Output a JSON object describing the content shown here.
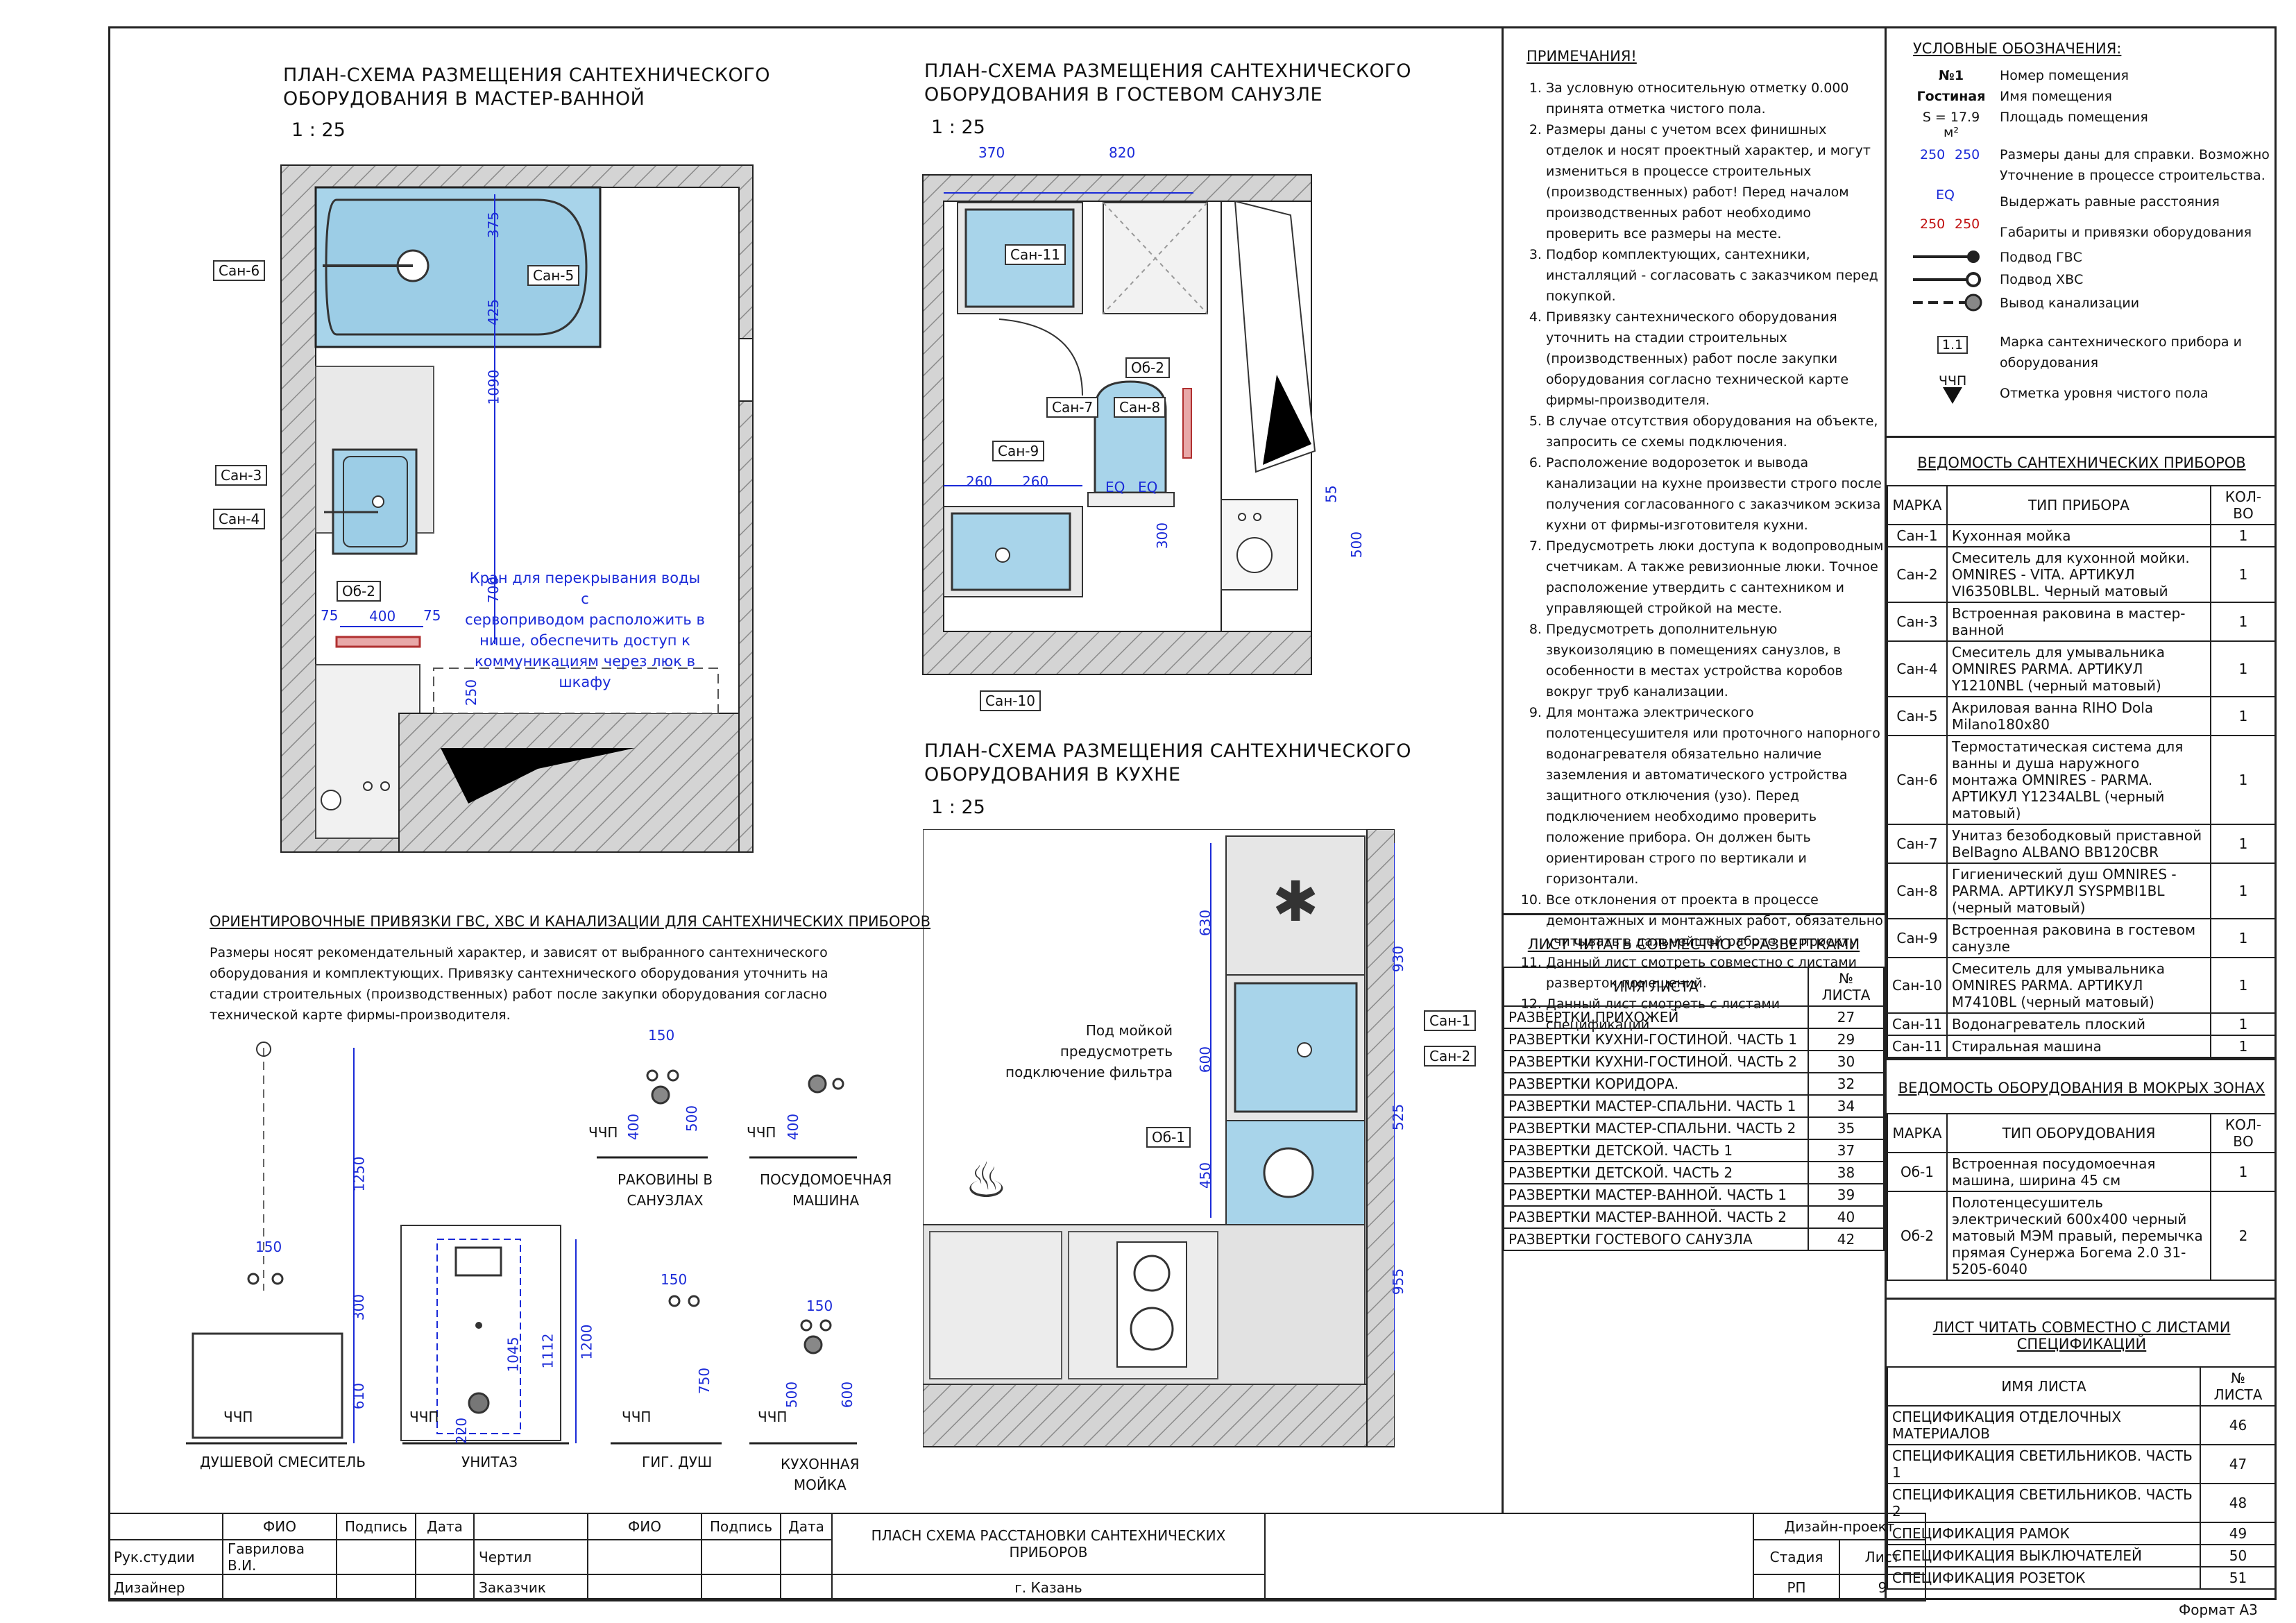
{
  "plans": {
    "master": {
      "title_line1": "ПЛАН-СХЕМА РАЗМЕЩЕНИЯ САНТЕХНИЧЕСКОГО",
      "title_line2": "ОБОРУДОВАНИЯ В МАСТЕР-ВАННОЙ",
      "scale": "1 : 25"
    },
    "guest": {
      "title_line1": "ПЛАН-СХЕМА РАЗМЕЩЕНИЯ САНТЕХНИЧЕСКОГО",
      "title_line2": "ОБОРУДОВАНИЯ В ГОСТЕВОМ САНУЗЛЕ",
      "scale": "1 : 25"
    },
    "kitchen": {
      "title_line1": "ПЛАН-СХЕМА РАЗМЕЩЕНИЯ САНТЕХНИЧЕСКОГО",
      "title_line2": "ОБОРУДОВАНИЯ В КУХНЕ",
      "scale": "1 : 25"
    }
  },
  "master_labels": {
    "san6": "Сан-6",
    "san5": "Сан-5",
    "san3": "Сан-3",
    "san4": "Сан-4",
    "ob2": "Об-2"
  },
  "master_dims": {
    "d375": "375",
    "d425": "425",
    "d1090": "1090",
    "d700": "700",
    "d75a": "75",
    "d400": "400",
    "d75b": "75",
    "d250": "250"
  },
  "master_note": {
    "l1": "Кран для перекрывания воды с",
    "l2": "сервоприводом расположить в",
    "l3": "нише, обеспечить доступ к",
    "l4": "коммуникациям через люк в шкафу"
  },
  "guest_labels": {
    "san11": "Сан-11",
    "ob2": "Об-2",
    "san7": "Сан-7",
    "san8": "Сан-8",
    "san9": "Сан-9",
    "san10": "Сан-10",
    "eq1": "EQ",
    "eq2": "EQ"
  },
  "guest_dims": {
    "d370": "370",
    "d820": "820",
    "d260a": "260",
    "d260b": "260",
    "d300": "300",
    "d55": "55",
    "d500": "500"
  },
  "kitchen_labels": {
    "san1": "Сан-1",
    "san2": "Сан-2",
    "ob1": "Об-1",
    "filter1": "Под мойкой предусмотреть",
    "filter2": "подключение фильтра"
  },
  "kitchen_dims": {
    "d630": "630",
    "d600": "600",
    "d450": "450",
    "d930": "930",
    "d525": "525",
    "d955": "955"
  },
  "connections": {
    "title": "ОРИЕНТИРОВОЧНЫЕ ПРИВЯЗКИ ГВС, ХВС И КАНАЛИЗАЦИИ ДЛЯ САНТЕХНИЧЕСКИХ ПРИБОРОВ",
    "text1": "Размеры носят рекомендательный характер, и зависят от выбранного сантехнического",
    "text2": "оборудования и комплектующих. Привязку сантехнического оборудования уточнить на",
    "text3": "стадии строительных (производственных) работ после закупки оборудования согласно",
    "text4": "технической карте фирмы-производителя.",
    "chp": "ЧЧП",
    "shower": "ДУШЕВОЙ СМЕСИТЕЛЬ",
    "toilet": "УНИТАЗ",
    "hyg": "ГИГ. ДУШ",
    "sink1": "КУХОННАЯ",
    "sink2": "МОЙКА",
    "basin1": "РАКОВИНЫ В",
    "basin2": "САНУЗЛАХ",
    "dish1": "ПОСУДОМОЕЧНАЯ",
    "dish2": "МАШИНА",
    "d1250": "1250",
    "d300": "300",
    "d610": "610",
    "d150a": "150",
    "d1045": "1045",
    "d1112": "1112",
    "d1200": "1200",
    "d220": "220",
    "d150b": "150",
    "d750": "750",
    "d150c": "150",
    "d500a": "500",
    "d600": "600",
    "d150d": "150",
    "d400a": "400",
    "d500b": "500",
    "d400b": "400"
  },
  "notes": {
    "title": "ПРИМЕЧАНИЯ!",
    "items": [
      "За условную относительную отметку 0.000 принята отметка чистого пола.",
      "Размеры даны с учетом всех финишных отделок и носят проектный характер, и могут измениться в процессе строительных (производственных) работ! Перед началом производственных работ необходимо проверить все размеры на месте.",
      "Подбор комплектующих, сантехники, инсталляций - согласовать с заказчиком перед покупкой.",
      "Привязку сантехнического оборудования уточнить на стадии строительных (производственных) работ после закупки оборудования согласно технической карте фирмы-производителя.",
      "В случае отсутствия оборудования на объекте, запросить се схемы подключения.",
      "Расположение водорозеток и вывода канализации на кухне произвести строго после получения согласованного с заказчиком эскиза кухни от фирмы-изготовителя кухни.",
      "Предусмотреть люки доступа к водопроводным счетчикам. А также ревизионные люки. Точное расположение утвердить с сантехником и управляющей стройкой на месте.",
      "Предусмотреть дополнительную звукоизоляцию в помещениях санузлов, в особенности в местах устройства коробов вокруг труб канализации.",
      "Для монтажа электрического полотенцесушителя или проточного напорного водонагревателя обязательно наличие заземления и автоматического устройства защитного отключения (узо). Перед подключением необходимо проверить положение прибора. Он должен быть ориентирован строго по вертикали и горизонтали.",
      "Все отклонения от проекта в процессе демонтажных и монтажных работ, обязательно учитывать в дальнейшей работе по проекту",
      "Данный лист смотреть совместно с листами разверток помещений.",
      "Данный лист смотреть с листами спецификаций"
    ]
  },
  "legend": {
    "title": "УСЛОВНЫЕ ОБОЗНАЧЕНИЯ:",
    "room_no": "№1",
    "room_name": "Гостиная",
    "room_area": "S = 17.9 м²",
    "room_no_desc": "Номер помещения",
    "room_name_desc": "Имя помещения",
    "room_area_desc": "Площадь помещения",
    "dim_a": "250",
    "dim_b": "250",
    "dim_desc1": "Размеры даны для справки. Возможно",
    "dim_desc2": "Уточнение в процессе строительства.",
    "eq": "EQ",
    "eq_desc": "Выдержать равные расстояния",
    "red_a": "250",
    "red_b": "250",
    "red_desc": "Габариты и привязки оборудования",
    "hot": "Подвод ГВС",
    "cold": "Подвод ХВС",
    "sewer": "Вывод канализации",
    "mark": "1.1",
    "mark_desc1": "Марка сантехнического прибора и",
    "mark_desc2": "оборудования",
    "chp": "ЧЧП",
    "chp_desc": "Отметка уровня чистого пола"
  },
  "devices": {
    "title": "ВЕДОМОСТЬ САНТЕХНИЧЕСКИХ ПРИБОРОВ",
    "headers": [
      "МАРКА",
      "ТИП ПРИБОРА",
      "КОЛ-ВО"
    ],
    "rows": [
      [
        "Сан-1",
        "Кухонная мойка",
        "1"
      ],
      [
        "Сан-2",
        "Смеситель для кухонной мойки. OMNIRES - VITA. АРТИКУЛ VI6350BLBL. Черный матовый",
        "1"
      ],
      [
        "Сан-3",
        "Встроенная раковина в мастер-ванной",
        "1"
      ],
      [
        "Сан-4",
        "Смеситель для умывальника OMNIRES PARMA. АРТИКУЛ Y1210NBL (черный матовый)",
        "1"
      ],
      [
        "Сан-5",
        "Акриловая ванна RIHO Dola Milano180x80",
        "1"
      ],
      [
        "Сан-6",
        "Термостатическая система для ванны и душа наружного монтажа OMNIRES - PARMA. АРТИКУЛ Y1234ALBL (черный матовый)",
        "1"
      ],
      [
        "Сан-7",
        "Унитаз безободковый приставной BelBagno ALBANO BB120CBR",
        "1"
      ],
      [
        "Сан-8",
        "Гигиенический душ OMNIRES - PARMA. АРТИКУЛ SYSPMBI1BL (черный матовый)",
        "1"
      ],
      [
        "Сан-9",
        "Встроенная раковина в гостевом санузле",
        "1"
      ],
      [
        "Сан-10",
        "Смеситель для умывальника OMNIRES PARMA. АРТИКУЛ M7410BL (черный матовый)",
        "1"
      ],
      [
        "Сан-11",
        "Водонагреватель плоский",
        "1"
      ],
      [
        "Сан-11",
        "Стиральная машина",
        "1"
      ]
    ]
  },
  "equipment": {
    "title": "ВЕДОМОСТЬ ОБОРУДОВАНИЯ В МОКРЫХ ЗОНАХ",
    "headers": [
      "МАРКА",
      "ТИП ОБОРУДОВАНИЯ",
      "КОЛ-ВО"
    ],
    "rows": [
      [
        "Об-1",
        "Встроенная посудомоечная машина, ширина 45 см",
        "1"
      ],
      [
        "Об-2",
        "Полотенцесушитель электрический 600x400 черный матовый МЭМ правый, перемычка прямая Сунержа Богема 2.0 31-5205-6040",
        "2"
      ]
    ]
  },
  "unfold": {
    "title": "ЛИСТ ЧИТАТЬ СОВМЕСТНО С РАЗВЕРТКАМИ",
    "headers": [
      "ИМЯ ЛИСТА",
      "№ ЛИСТА"
    ],
    "rows": [
      [
        "РАЗВЕРТКИ ПРИХОЖЕЙ",
        "27"
      ],
      [
        "РАЗВЕРТКИ КУХНИ-ГОСТИНОЙ. ЧАСТЬ 1",
        "29"
      ],
      [
        "РАЗВЕРТКИ КУХНИ-ГОСТИНОЙ. ЧАСТЬ 2",
        "30"
      ],
      [
        "РАЗВЕРТКИ КОРИДОРА.",
        "32"
      ],
      [
        "РАЗВЕРТКИ МАСТЕР-СПАЛЬНИ. ЧАСТЬ 1",
        "34"
      ],
      [
        "РАЗВЕРТКИ МАСТЕР-СПАЛЬНИ. ЧАСТЬ 2",
        "35"
      ],
      [
        "РАЗВЕРТКИ ДЕТСКОЙ. ЧАСТЬ 1",
        "37"
      ],
      [
        "РАЗВЕРТКИ ДЕТСКОЙ. ЧАСТЬ 2",
        "38"
      ],
      [
        "РАЗВЕРТКИ МАСТЕР-ВАННОЙ. ЧАСТЬ 1",
        "39"
      ],
      [
        "РАЗВЕРТКИ МАСТЕР-ВАННОЙ. ЧАСТЬ 2",
        "40"
      ],
      [
        "РАЗВЕРТКИ ГОСТЕВОГО САНУЗЛА",
        "42"
      ]
    ]
  },
  "specs": {
    "title": "ЛИСТ ЧИТАТЬ СОВМЕСТНО С ЛИСТАМИ СПЕЦИФИКАЦИЙ",
    "headers": [
      "ИМЯ ЛИСТА",
      "№ ЛИСТА"
    ],
    "rows": [
      [
        "СПЕЦИФИКАЦИЯ ОТДЕЛОЧНЫХ МАТЕРИАЛОВ",
        "46"
      ],
      [
        "СПЕЦИФИКАЦИЯ СВЕТИЛЬНИКОВ. ЧАСТЬ 1",
        "47"
      ],
      [
        "СПЕЦИФИКАЦИЯ СВЕТИЛЬНИКОВ. ЧАСТЬ 2",
        "48"
      ],
      [
        "СПЕЦИФИКАЦИЯ РАМОК",
        "49"
      ],
      [
        "СПЕЦИФИКАЦИЯ ВЫКЛЮЧАТЕЛЕЙ",
        "50"
      ],
      [
        "СПЕЦИФИКАЦИЯ РОЗЕТОК",
        "51"
      ]
    ]
  },
  "titleblock": {
    "fio": "ФИО",
    "podpis": "Подпись",
    "data": "Дата",
    "ruk": "Рук.студии",
    "ruk_name": "Гаврилова В.И.",
    "designer": "Дизайнер",
    "chertil": "Чертил",
    "zakazchik": "Заказчик",
    "sheet_title": "ПЛАСН СХЕМА РАССТАНОВКИ САНТЕХНИЧЕСКИХ ПРИБОРОВ",
    "city": "г. Казань",
    "project": "Дизайн-проект",
    "stadia": "Стадия",
    "list": "Лист",
    "stadia_val": "РП",
    "list_val": "9",
    "format": "Формат А3"
  }
}
